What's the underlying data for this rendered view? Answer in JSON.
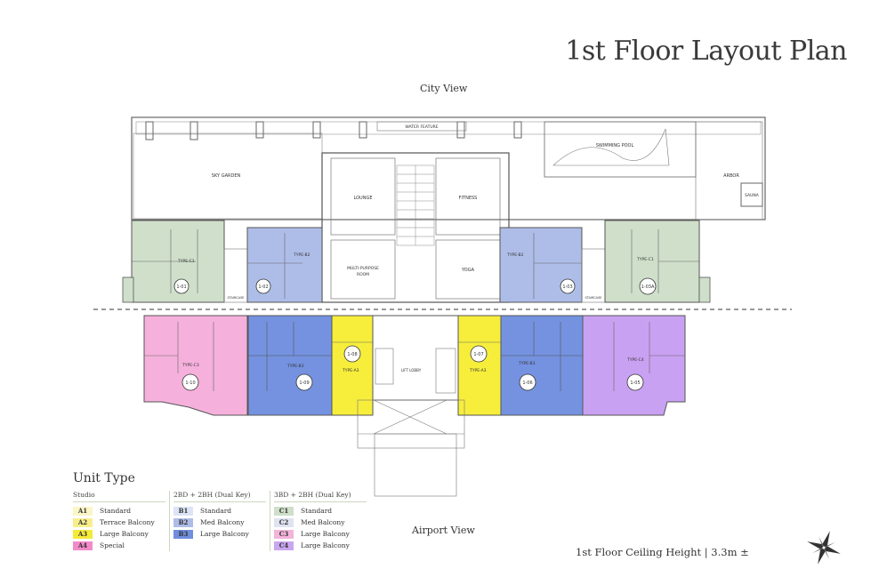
{
  "title": "1st Floor Layout Plan",
  "views": {
    "top": "City View",
    "bottom": "Airport View"
  },
  "amenities": {
    "water_feature": "WATER FEATURE",
    "swimming_pool": "SWIMMING POOL",
    "sky_garden": "SKY GARDEN",
    "arbor": "ARBOR",
    "sauna": "SAUNA",
    "lounge": "LOUNGE",
    "fitness": "FITNESS",
    "multipurpose": "MULTI-PURPOSE",
    "room": "ROOM",
    "yoga": "YOGA",
    "lift_lobby": "LIFT LOBBY",
    "staircase": "STAIRCASE"
  },
  "units": [
    {
      "id": "1-01",
      "type": "TYPE-C1"
    },
    {
      "id": "1-02",
      "type": "TYPE-B2"
    },
    {
      "id": "1-03",
      "type": "TYPE-B2"
    },
    {
      "id": "1-03A",
      "type": "TYPE-C1"
    },
    {
      "id": "1-10",
      "type": "TYPE-C3"
    },
    {
      "id": "1-09",
      "type": "TYPE-B3"
    },
    {
      "id": "1-08",
      "type": "TYPE-A3"
    },
    {
      "id": "1-07",
      "type": "TYPE-A3"
    },
    {
      "id": "1-06",
      "type": "TYPE-B3"
    },
    {
      "id": "1-05",
      "type": "TYPE-C4"
    }
  ],
  "legend": {
    "title": "Unit Type",
    "columns": [
      {
        "header": "Studio",
        "rows": [
          {
            "code": "A1",
            "label": "Standard",
            "color": "#fbf6c6"
          },
          {
            "code": "A2",
            "label": "Terrace Balcony",
            "color": "#f8ef8c"
          },
          {
            "code": "A3",
            "label": "Large Balcony",
            "color": "#f4ea3a"
          },
          {
            "code": "A4",
            "label": "Special",
            "color": "#f28ac9"
          }
        ]
      },
      {
        "header": "2BD + 2BH (Dual Key)",
        "rows": [
          {
            "code": "B1",
            "label": "Standard",
            "color": "#dde4f6"
          },
          {
            "code": "B2",
            "label": "Med Balcony",
            "color": "#aebde8"
          },
          {
            "code": "B3",
            "label": "Large Balcony",
            "color": "#6f8ede"
          }
        ]
      },
      {
        "header": "3BD + 2BH (Dual Key)",
        "rows": [
          {
            "code": "C1",
            "label": "Standard",
            "color": "#cfdfca"
          },
          {
            "code": "C2",
            "label": "Med Balcony",
            "color": "#dfe3f2"
          },
          {
            "code": "C3",
            "label": "Large Balcony",
            "color": "#f4b4da"
          },
          {
            "code": "C4",
            "label": "Large Balcony",
            "color": "#c9a6f0"
          }
        ]
      }
    ]
  },
  "ceiling": "1st Floor Ceiling Height  |  3.3m ±",
  "colors": {
    "c1": "#cfdfca",
    "b2": "#aebde8",
    "b3": "#7592e0",
    "a3": "#f7ee3c",
    "c3": "#f6b0dc",
    "c4": "#c9a1f2",
    "line": "#555555"
  }
}
